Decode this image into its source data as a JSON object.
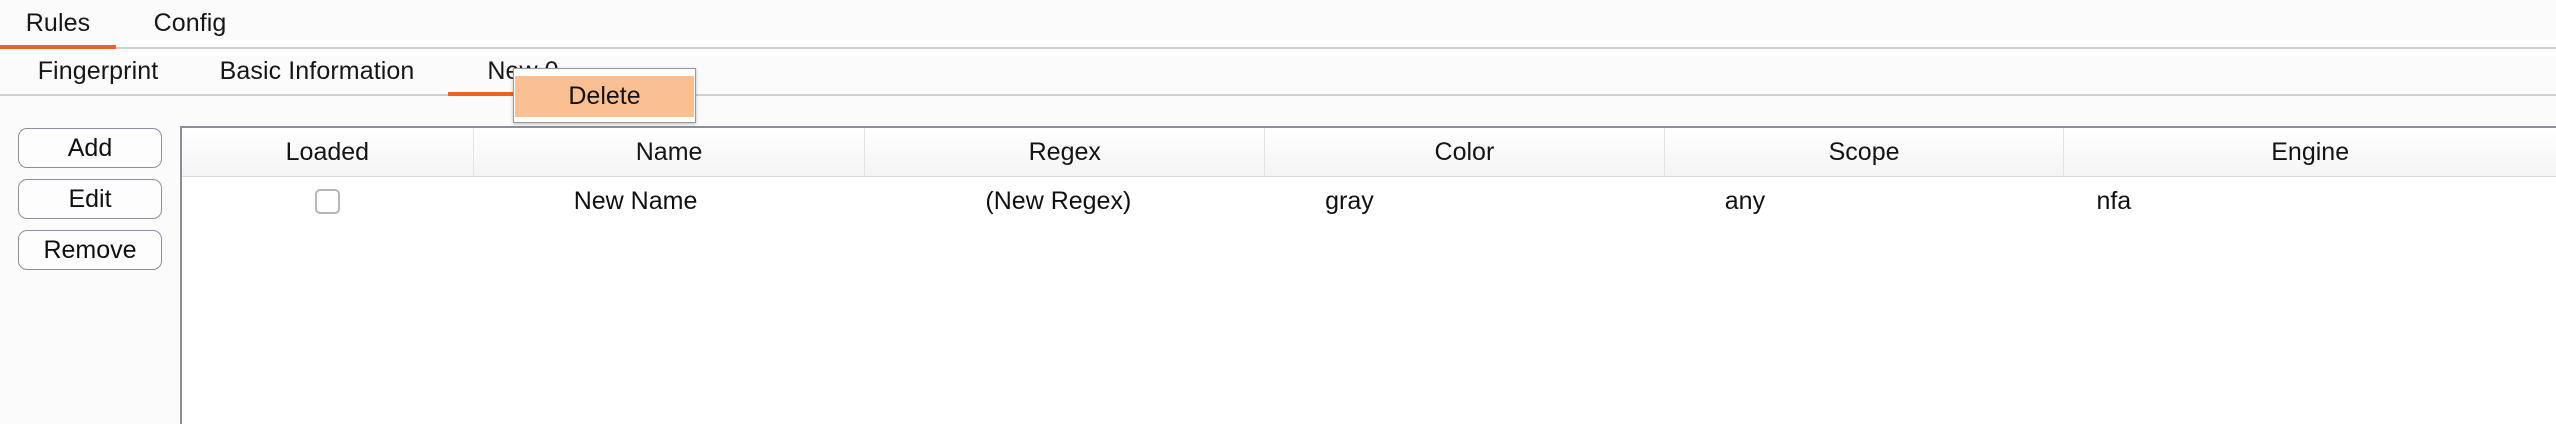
{
  "theme": {
    "accent": "#e8622a",
    "page_bg": "#fbfbfb",
    "panel_bg": "#ffffff",
    "border": "#8c8e9a",
    "highlight": "#fac092"
  },
  "primary_tabs": [
    {
      "label": "Rules",
      "active": true
    },
    {
      "label": "Config",
      "active": false
    }
  ],
  "secondary_tabs": [
    {
      "label": "Fingerprint",
      "active": false
    },
    {
      "label": "Basic Information",
      "active": false
    },
    {
      "label": "New 0",
      "active": true
    }
  ],
  "sidebar": {
    "buttons": [
      {
        "label": "Add"
      },
      {
        "label": "Edit"
      },
      {
        "label": "Remove"
      }
    ]
  },
  "context_menu": {
    "items": [
      {
        "label": "Delete",
        "highlighted": true
      }
    ]
  },
  "table": {
    "columns": [
      "Loaded",
      "Name",
      "Regex",
      "Color",
      "Scope",
      "Engine"
    ],
    "rows": [
      {
        "loaded": false,
        "name": "New Name",
        "regex": "(New Regex)",
        "color": "gray",
        "scope": "any",
        "engine": "nfa"
      }
    ]
  }
}
